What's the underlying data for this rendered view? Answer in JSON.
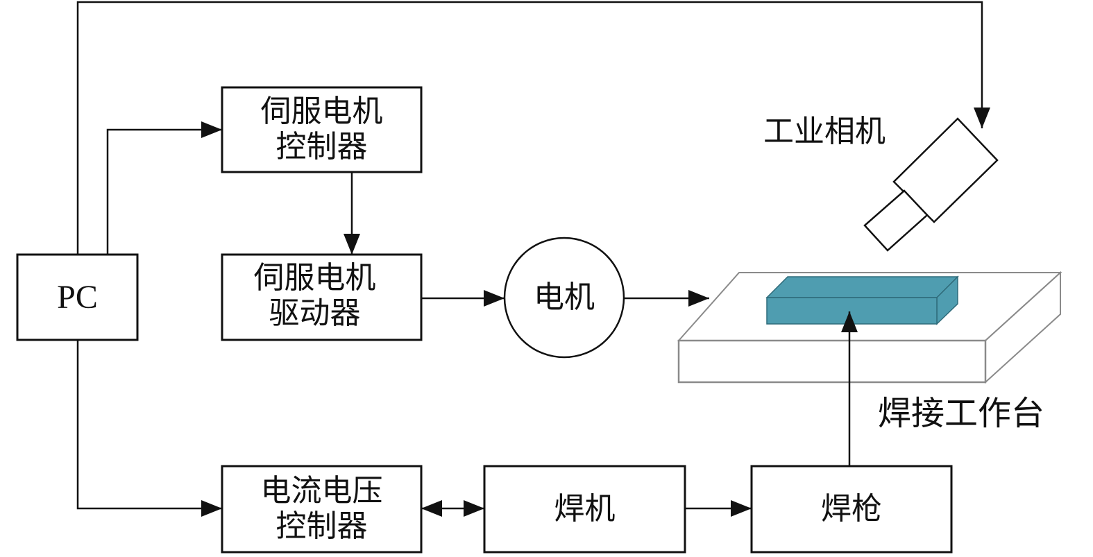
{
  "diagram": {
    "nodes": {
      "pc": {
        "label": "PC"
      },
      "servo_controller": {
        "label": "伺服电机\n控制器"
      },
      "servo_driver": {
        "label": "伺服电机\n驱动器"
      },
      "motor": {
        "label": "电机"
      },
      "current_voltage_controller": {
        "label": "电流电压\n控制器"
      },
      "welder": {
        "label": "焊机"
      },
      "welding_gun": {
        "label": "焊枪"
      },
      "industrial_camera": {
        "label": "工业相机"
      },
      "welding_table": {
        "label": "焊接工作台"
      }
    },
    "edges": [
      {
        "from": "PC",
        "to": "工业相机",
        "type": "arrow"
      },
      {
        "from": "PC",
        "to": "伺服电机控制器",
        "type": "arrow"
      },
      {
        "from": "伺服电机控制器",
        "to": "伺服电机驱动器",
        "type": "arrow"
      },
      {
        "from": "伺服电机驱动器",
        "to": "电机",
        "type": "arrow"
      },
      {
        "from": "电机",
        "to": "焊接工作台",
        "type": "arrow"
      },
      {
        "from": "PC",
        "to": "电流电压控制器",
        "type": "arrow"
      },
      {
        "from": "电流电压控制器",
        "to": "焊机",
        "type": "bidirectional"
      },
      {
        "from": "焊机",
        "to": "焊枪",
        "type": "arrow"
      },
      {
        "from": "焊枪",
        "to": "工件",
        "type": "arrow"
      }
    ],
    "colors": {
      "line": "#111111",
      "workpiece": "#4f9db0",
      "table_edge": "#8a8a8a"
    }
  }
}
